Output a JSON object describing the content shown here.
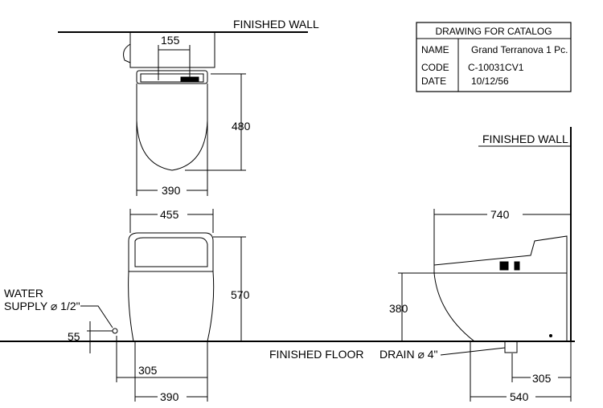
{
  "title_block": {
    "heading": "DRAWING FOR CATALOG",
    "rows": [
      {
        "label": "NAME",
        "value": "Grand Terranova 1 Pc."
      },
      {
        "label": "CODE",
        "value": "C-10031CV1"
      },
      {
        "label": "DATE",
        "value": "10/12/56"
      }
    ]
  },
  "labels": {
    "finished_wall_top": "FINISHED WALL",
    "finished_wall_side": "FINISHED WALL",
    "finished_floor": "FINISHED FLOOR",
    "water_supply_1": "WATER",
    "water_supply_2": "SUPPLY ⌀ 1/2\"",
    "drain": "DRAIN ⌀ 4\""
  },
  "dimensions": {
    "top_width_155": "155",
    "top_depth_480": "480",
    "top_width_390": "390",
    "front_width_455": "455",
    "front_height_570": "570",
    "supply_height_55": "55",
    "front_305": "305",
    "front_390": "390",
    "side_740": "740",
    "side_380": "380",
    "side_305": "305",
    "side_540": "540"
  }
}
